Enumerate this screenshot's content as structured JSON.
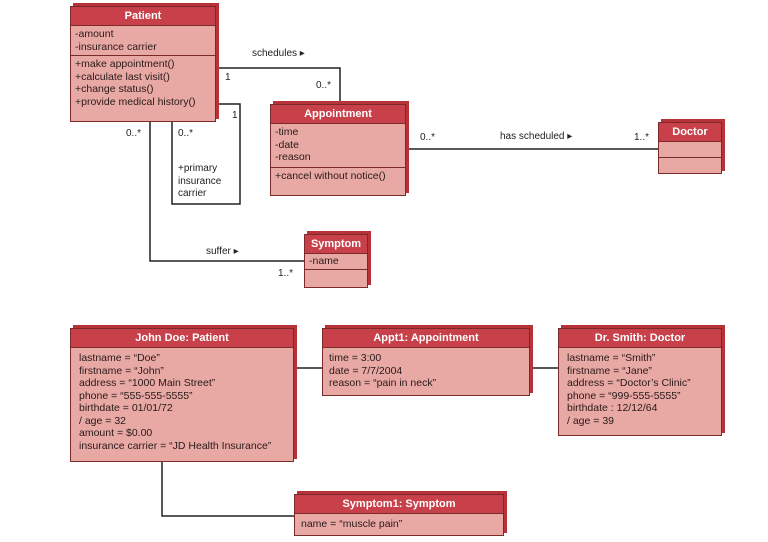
{
  "classes": {
    "patient": {
      "name": "Patient",
      "attributes": [
        "-amount",
        "-insurance carrier"
      ],
      "operations": [
        "+make appointment()",
        "+calculate last visit()",
        "+change status()",
        "+provide medical history()"
      ]
    },
    "appointment": {
      "name": "Appointment",
      "attributes": [
        "-time",
        "-date",
        "-reason"
      ],
      "operations": [
        "+cancel without notice()"
      ]
    },
    "doctor": {
      "name": "Doctor"
    },
    "symptom": {
      "name": "Symptom",
      "attributes": [
        "-name"
      ]
    }
  },
  "associations": {
    "schedules": {
      "label": "schedules ▸",
      "mult_patient": "1",
      "mult_appointment": "0..*"
    },
    "has_scheduled": {
      "label": "has scheduled ▸",
      "mult_appointment": "0..*",
      "mult_doctor": "1..*"
    },
    "insurance": {
      "mult_left": "0..*",
      "mult_right": "1",
      "role": "+primary insurance carrier"
    },
    "suffer": {
      "label": "suffer ▸",
      "mult_patient": "0..*",
      "mult_symptom": "1..*"
    }
  },
  "objects": {
    "john": {
      "title": "John Doe: Patient",
      "attributes": [
        "lastname = “Doe”",
        "firstname = “John”",
        "address = “1000 Main Street”",
        "phone = “555-555-5555”",
        "birthdate = 01/01/72",
        "/ age = 32",
        "amount = $0.00",
        "insurance carrier = “JD Health Insurance”"
      ]
    },
    "appt1": {
      "title": "Appt1: Appointment",
      "attributes": [
        "time = 3:00",
        "date = 7/7/2004",
        "reason = “pain in neck”"
      ]
    },
    "smith": {
      "title": "Dr. Smith: Doctor",
      "attributes": [
        "lastname = “Smith”",
        "firstname = “Jane”",
        "address = “Doctor’s Clinic”",
        "phone = “999-555-5555”",
        "birthdate : 12/12/64",
        "/ age = 39"
      ]
    },
    "symptom1": {
      "title": "Symptom1: Symptom",
      "attributes": [
        "name = “muscle pain”"
      ]
    }
  },
  "colors": {
    "header": "#c8404a",
    "body": "#e8a8a4",
    "border": "#7a2a2a",
    "shadow": "#b8323a",
    "line": "#222222"
  }
}
